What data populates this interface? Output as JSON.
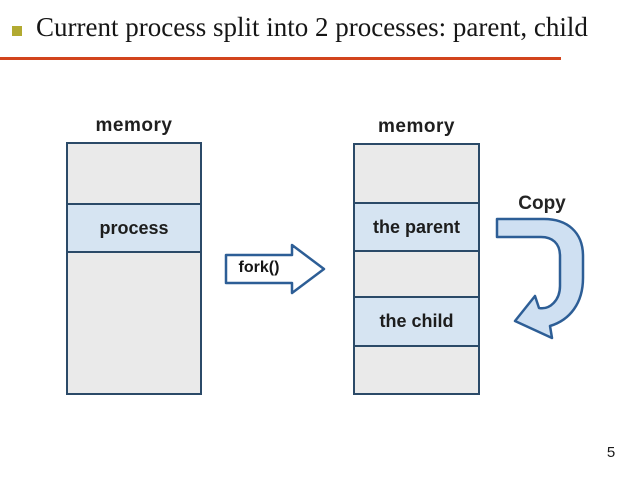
{
  "slide": {
    "title": "Current process split into 2 processes: parent, child",
    "page_number": "5"
  },
  "diagram": {
    "fork_label": "fork()",
    "copy_label": "Copy",
    "left_column": {
      "label": "memory",
      "sections": [
        {
          "type": "gray",
          "label": ""
        },
        {
          "type": "blue",
          "label": "process"
        },
        {
          "type": "gray",
          "label": ""
        }
      ]
    },
    "right_column": {
      "label": "memory",
      "sections": [
        {
          "type": "gray",
          "label": ""
        },
        {
          "type": "blue",
          "label": "the parent"
        },
        {
          "type": "gray",
          "label": ""
        },
        {
          "type": "blue",
          "label": "the child"
        },
        {
          "type": "gray",
          "label": ""
        }
      ]
    }
  },
  "colors": {
    "title_underline": "#d2441c",
    "bullet": "#b2aa31",
    "box_border": "#2b4a68",
    "arrow_stroke": "#2d5e96",
    "blue_fill": "#d6e4f2",
    "gray_fill": "#eaeaea",
    "copy_arrow_fill": "#cfe0f2",
    "fork_arrow_fill": "#ffffff",
    "label_text": "#1d1d1d"
  }
}
